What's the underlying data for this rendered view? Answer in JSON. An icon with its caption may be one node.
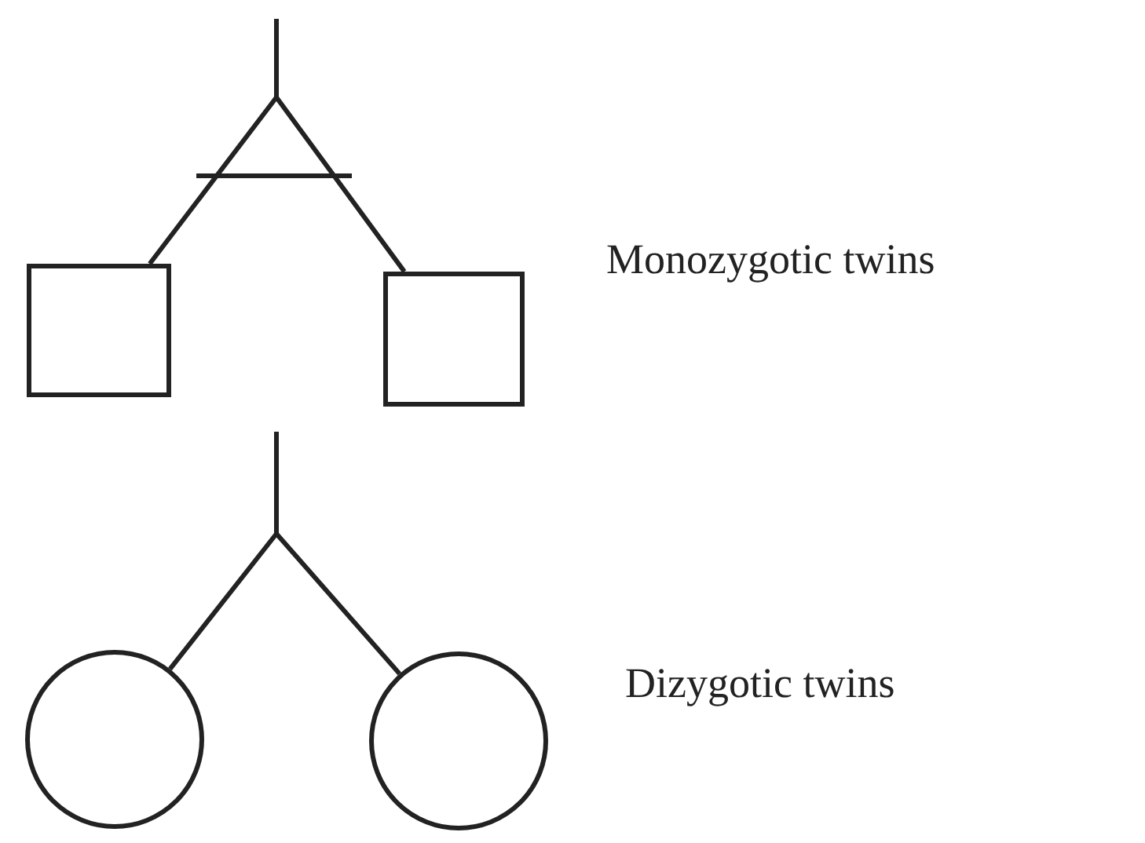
{
  "diagram": {
    "nodes": [
      {
        "text": [],
        "shape": "box"
      },
      {
        "text": [],
        "shape": "box"
      },
      {
        "text": [],
        "shape": "circle"
      },
      {
        "text": [],
        "shape": "circle"
      }
    ],
    "edges": [
      {
        "from": null,
        "to": 0,
        "arrow": "none"
      },
      {
        "from": null,
        "to": 1,
        "arrow": "none"
      },
      {
        "from": null,
        "to": 2,
        "arrow": "none"
      },
      {
        "from": null,
        "to": 3,
        "arrow": "none"
      }
    ],
    "labels": [
      "Monozygotic twins",
      "Dizygotic twins"
    ]
  }
}
